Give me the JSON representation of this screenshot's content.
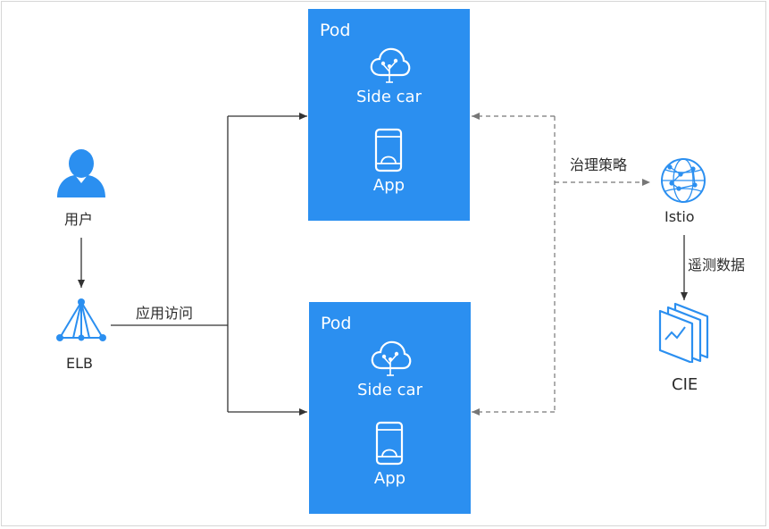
{
  "colors": {
    "pod_fill": "#2b8ff0",
    "icon_blue": "#2b8ff0",
    "text": "#2b2b2b",
    "line": "#333333",
    "dashed": "#888888"
  },
  "nodes": {
    "user": {
      "label": "用户",
      "icon": "user-icon"
    },
    "elb": {
      "label": "ELB",
      "icon": "load-balancer-icon"
    },
    "istio": {
      "label": "Istio",
      "icon": "globe-network-icon"
    },
    "cie": {
      "label": "CIE",
      "icon": "monitor-chart-icon"
    }
  },
  "pods": [
    {
      "title": "Pod",
      "sidecar_label": "Side car",
      "app_label": "App"
    },
    {
      "title": "Pod",
      "sidecar_label": "Side car",
      "app_label": "App"
    }
  ],
  "edges": {
    "app_access": "应用访问",
    "governance": "治理策略",
    "telemetry": "遥测数据"
  }
}
